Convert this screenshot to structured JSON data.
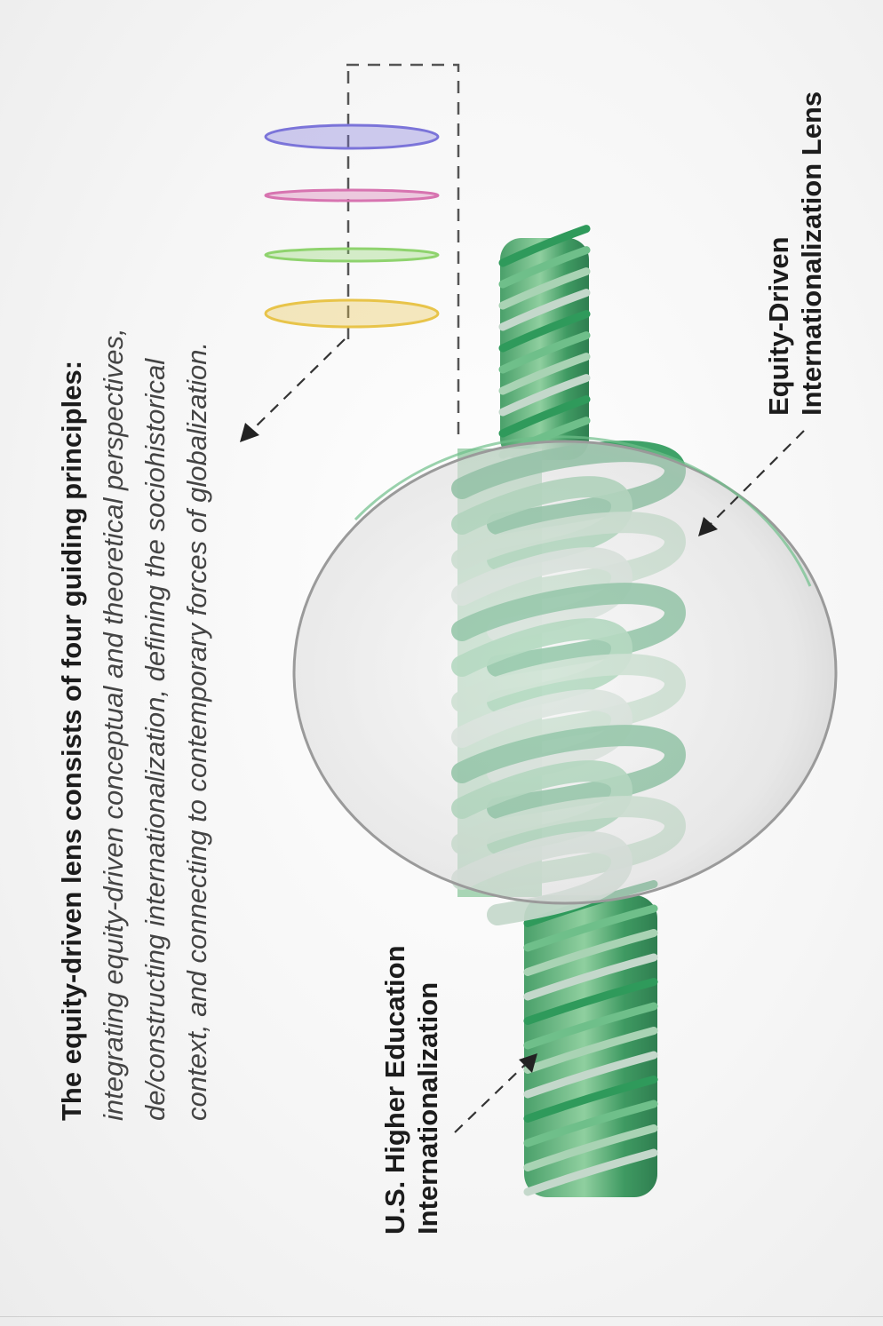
{
  "heading": "The equity-driven lens consists of four guiding principles:",
  "principles_text": "integrating equity-driven conceptual and theoretical perspectives, de/constructing internationalization, defining the sociohistorical context, and connecting to contemporary forces of globalization.",
  "label_higher_ed": [
    "U.S. Higher Education",
    "Internationalization"
  ],
  "label_lens": [
    "Equity-Driven",
    "Internationalization Lens"
  ],
  "lens_layer_colors": [
    "#7b74d9",
    "#d774b0",
    "#8fd36e",
    "#e8c44a"
  ],
  "rope_colors": [
    "#2f9a5b",
    "#6fbf8a",
    "#a9d3b4",
    "#c4d8cb"
  ],
  "rope_twists": 12
}
